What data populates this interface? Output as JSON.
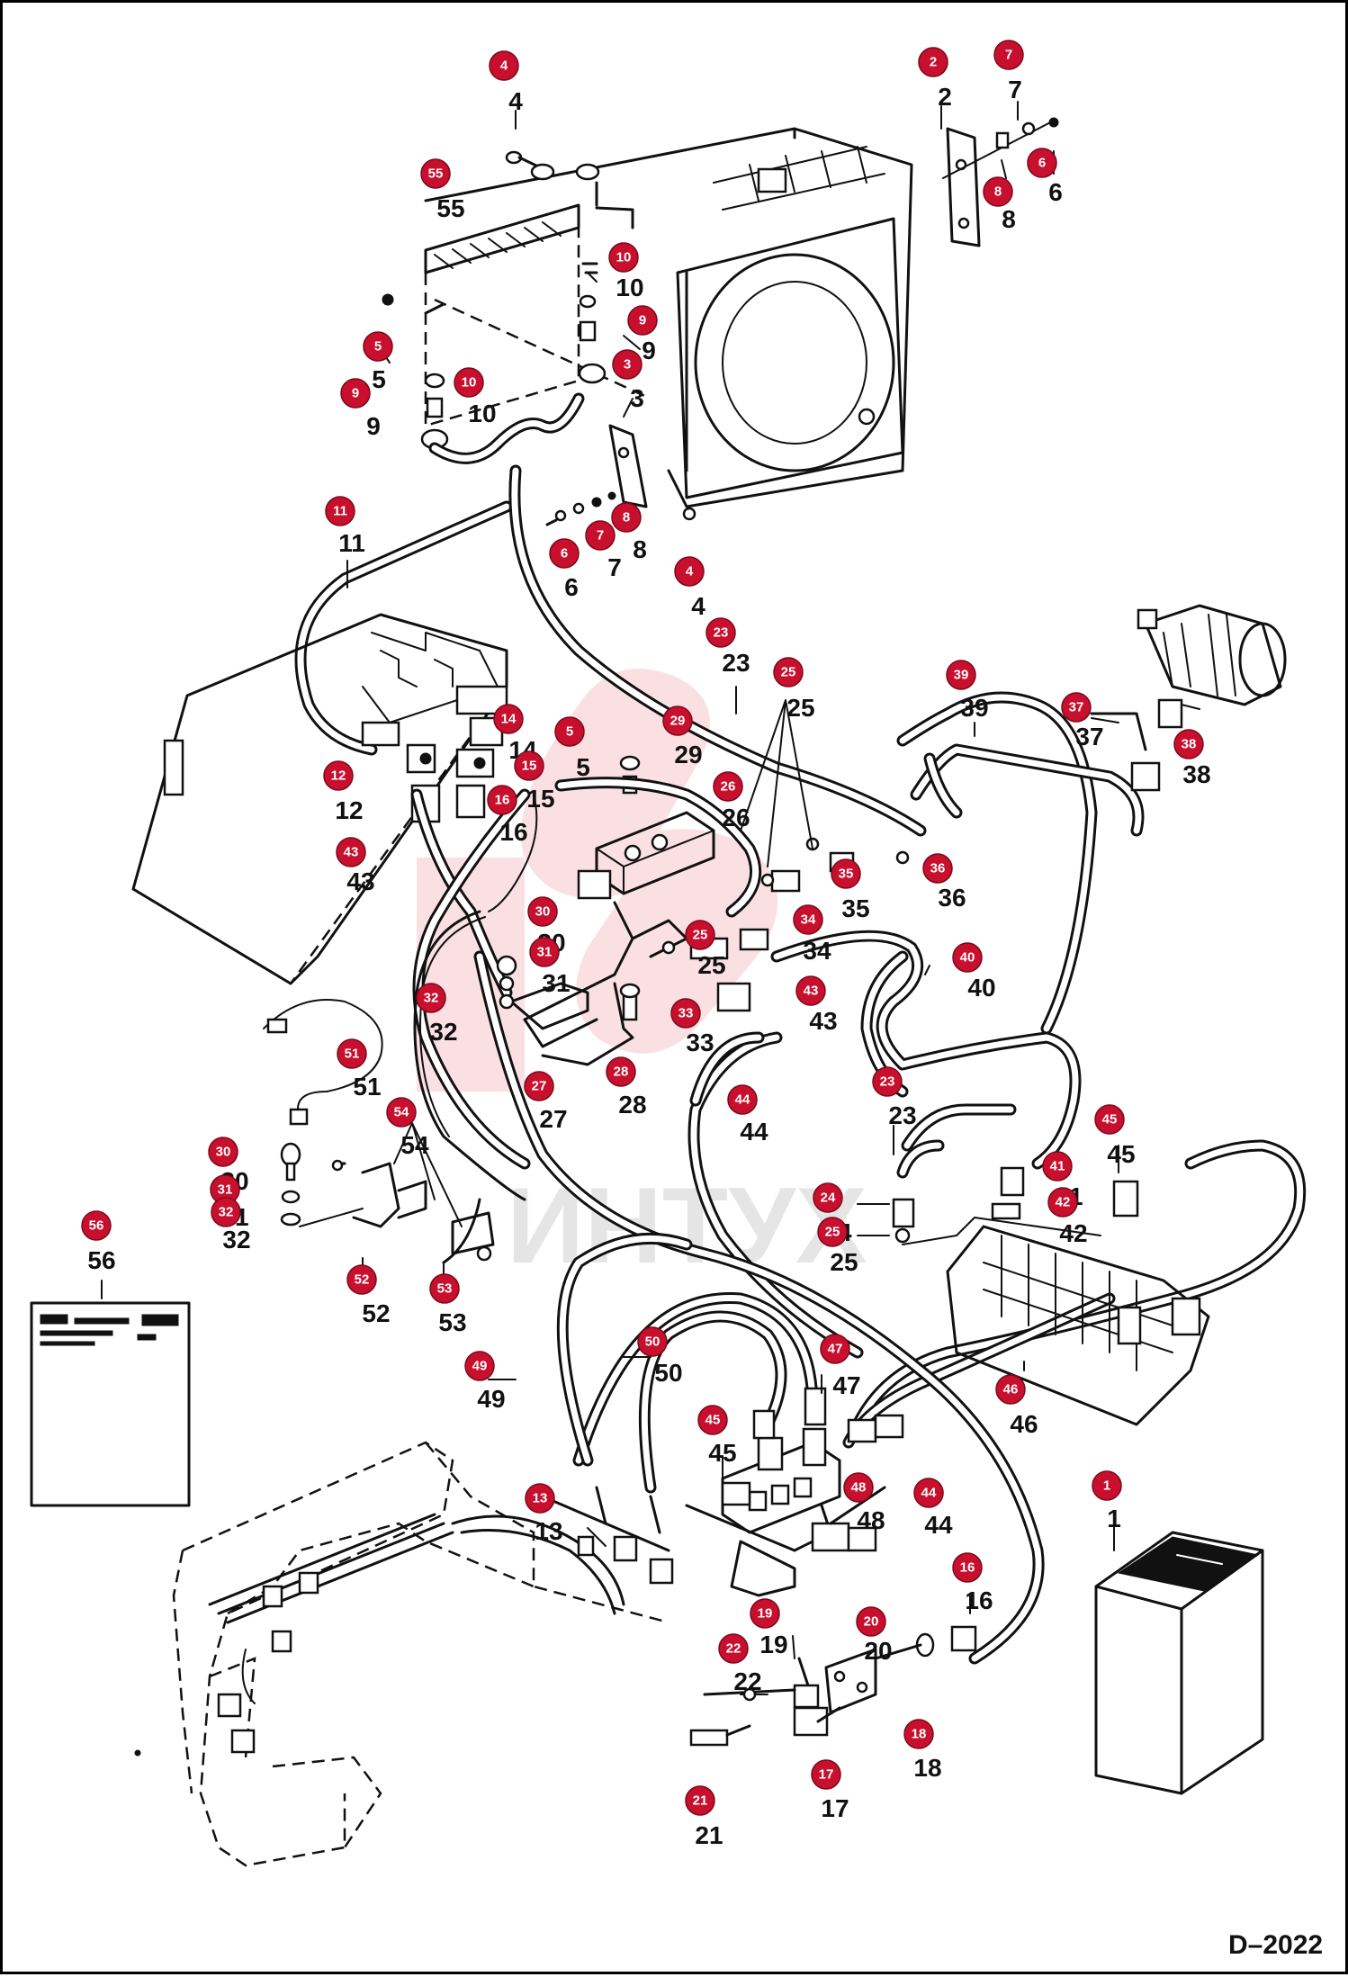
{
  "figure_code": "D–2022",
  "watermark_text": "ИНТУХ",
  "colors": {
    "callout_fill": "#c8102e",
    "callout_text": "#ffffff",
    "line": "#111111",
    "watermark": "#e04050"
  },
  "callouts": [
    {
      "id": "c4a",
      "num": "4"
    },
    {
      "id": "c2",
      "num": "2"
    },
    {
      "id": "c7a",
      "num": "7"
    },
    {
      "id": "c55",
      "num": "55"
    },
    {
      "id": "c6a",
      "num": "6"
    },
    {
      "id": "c8a",
      "num": "8"
    },
    {
      "id": "c10a",
      "num": "10"
    },
    {
      "id": "c9a",
      "num": "9"
    },
    {
      "id": "c5a",
      "num": "5"
    },
    {
      "id": "c3",
      "num": "3"
    },
    {
      "id": "c9b",
      "num": "9"
    },
    {
      "id": "c10b",
      "num": "10"
    },
    {
      "id": "c11",
      "num": "11"
    },
    {
      "id": "c8b",
      "num": "8"
    },
    {
      "id": "c7b",
      "num": "7"
    },
    {
      "id": "c6b",
      "num": "6"
    },
    {
      "id": "c4b",
      "num": "4"
    },
    {
      "id": "c23a",
      "num": "23"
    },
    {
      "id": "c25a",
      "num": "25"
    },
    {
      "id": "c39",
      "num": "39"
    },
    {
      "id": "c37",
      "num": "37"
    },
    {
      "id": "c38",
      "num": "38"
    },
    {
      "id": "c14",
      "num": "14"
    },
    {
      "id": "c5b",
      "num": "5"
    },
    {
      "id": "c29",
      "num": "29"
    },
    {
      "id": "c12",
      "num": "12"
    },
    {
      "id": "c15",
      "num": "15"
    },
    {
      "id": "c26",
      "num": "26"
    },
    {
      "id": "c16a",
      "num": "16"
    },
    {
      "id": "c43a",
      "num": "43"
    },
    {
      "id": "c35",
      "num": "35"
    },
    {
      "id": "c36",
      "num": "36"
    },
    {
      "id": "c30a",
      "num": "30"
    },
    {
      "id": "c34",
      "num": "34"
    },
    {
      "id": "c31a",
      "num": "31"
    },
    {
      "id": "c25b",
      "num": "25"
    },
    {
      "id": "c40",
      "num": "40"
    },
    {
      "id": "c32a",
      "num": "32"
    },
    {
      "id": "c43b",
      "num": "43"
    },
    {
      "id": "c33a",
      "num": "33"
    },
    {
      "id": "c51",
      "num": "51"
    },
    {
      "id": "c28",
      "num": "28"
    },
    {
      "id": "c23b",
      "num": "23"
    },
    {
      "id": "c27",
      "num": "27"
    },
    {
      "id": "c44a",
      "num": "44"
    },
    {
      "id": "c54",
      "num": "54"
    },
    {
      "id": "c45a",
      "num": "45"
    },
    {
      "id": "c30b",
      "num": "30"
    },
    {
      "id": "c41",
      "num": "41"
    },
    {
      "id": "c24",
      "num": "24"
    },
    {
      "id": "c31b",
      "num": "31"
    },
    {
      "id": "c42",
      "num": "42"
    },
    {
      "id": "c32b",
      "num": "32"
    },
    {
      "id": "c25c",
      "num": "25"
    },
    {
      "id": "c56",
      "num": "56"
    },
    {
      "id": "c52",
      "num": "52"
    },
    {
      "id": "c53",
      "num": "53"
    },
    {
      "id": "c50",
      "num": "50"
    },
    {
      "id": "c47",
      "num": "47"
    },
    {
      "id": "c49",
      "num": "49"
    },
    {
      "id": "c46",
      "num": "46"
    },
    {
      "id": "c45b",
      "num": "45"
    },
    {
      "id": "c48",
      "num": "48"
    },
    {
      "id": "c44b",
      "num": "44"
    },
    {
      "id": "c1",
      "num": "1"
    },
    {
      "id": "c13",
      "num": "13"
    },
    {
      "id": "c16b",
      "num": "16"
    },
    {
      "id": "c19",
      "num": "19"
    },
    {
      "id": "c20",
      "num": "20"
    },
    {
      "id": "c22",
      "num": "22"
    },
    {
      "id": "c18",
      "num": "18"
    },
    {
      "id": "c17",
      "num": "17"
    },
    {
      "id": "c21",
      "num": "21"
    }
  ]
}
